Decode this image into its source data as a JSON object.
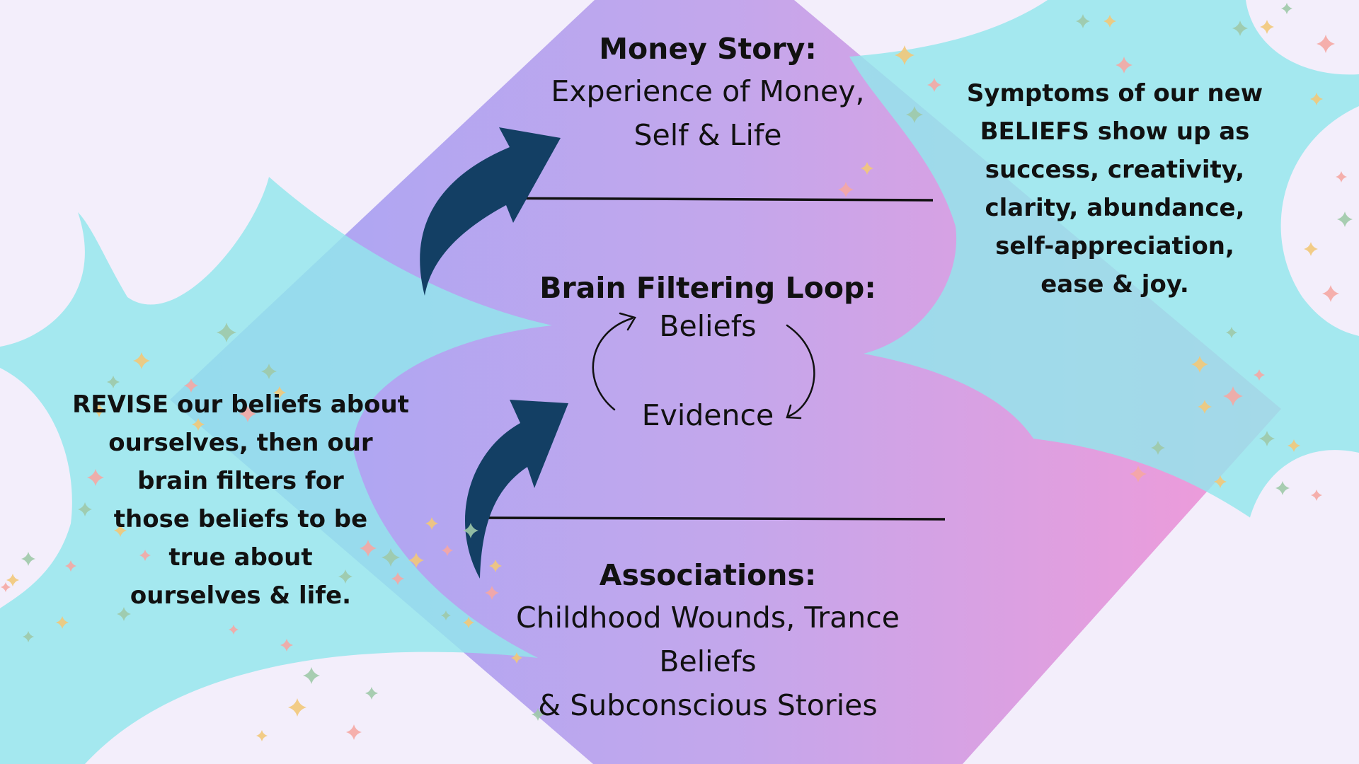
{
  "colors": {
    "background": "#f3eefb",
    "diamond_left": "#a6a6f5",
    "diamond_right": "#f29ad8",
    "burst": "#93e6ec",
    "arrow": "#133f64",
    "text": "#111111",
    "sparkle_gold": "#f2c879",
    "sparkle_pink": "#f5a7a3",
    "sparkle_green": "#9fc9a8"
  },
  "money_story": {
    "title": "Money Story:",
    "lines": [
      "Experience of Money,",
      "Self & Life"
    ]
  },
  "brain_loop": {
    "title": "Brain Filtering Loop:",
    "top": "Beliefs",
    "bottom": "Evidence"
  },
  "associations": {
    "title": "Associations:",
    "lines": [
      "Childhood Wounds, Trance",
      "Beliefs",
      "& Subconscious Stories"
    ]
  },
  "revise": {
    "lines": [
      "REVISE our beliefs about",
      "ourselves, then our",
      "brain filters for",
      "those beliefs to be",
      "true about",
      "ourselves & life."
    ]
  },
  "symptoms": {
    "lines": [
      "Symptoms of our new",
      "BELIEFS show up as",
      "success, creativity,",
      "clarity, abundance,",
      "self-appreciation,",
      "ease & joy."
    ]
  },
  "icons": {
    "upper_arrow": "curved-up-arrow-icon",
    "lower_arrow": "curved-up-arrow-icon",
    "loop_left": "cycle-arrow-icon",
    "loop_right": "cycle-arrow-icon"
  }
}
